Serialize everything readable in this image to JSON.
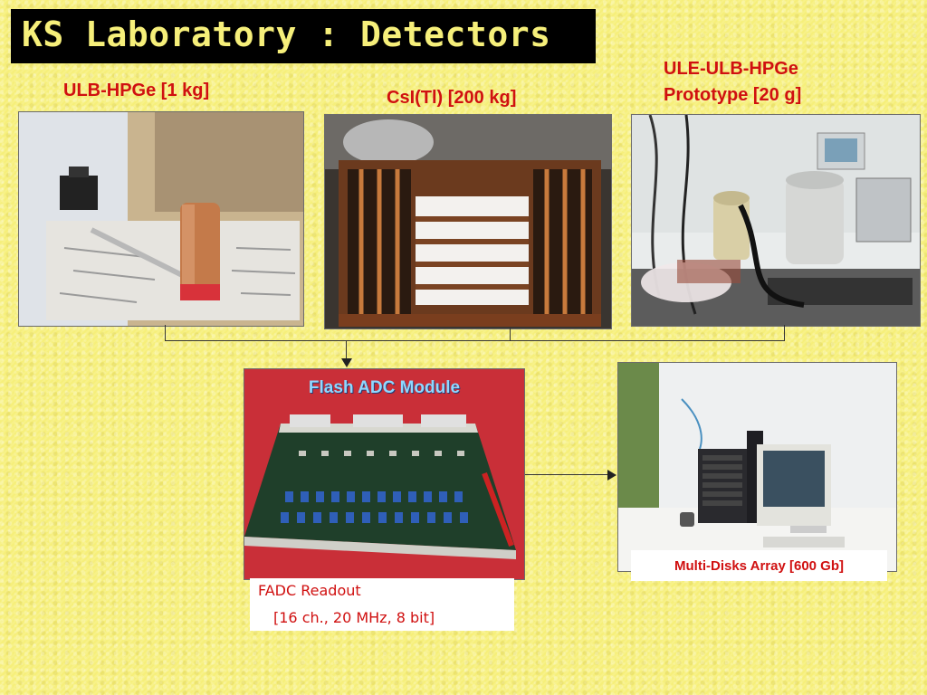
{
  "title": "KS Laboratory : Detectors",
  "detectors": [
    {
      "label": "ULB-HPGe  [1 kg]"
    },
    {
      "label": "CsI(Tl)  [200 kg]"
    },
    {
      "label_line1": "ULE-ULB-HPGe",
      "label_line2": "Prototype [20 g]"
    }
  ],
  "fadc": {
    "photo_title": "Flash ADC Module",
    "caption_line1": "FADC Readout",
    "caption_line2": "[16 ch., 20 MHz, 8 bit]"
  },
  "storage": {
    "caption": "Multi-Disks Array [600 Gb]"
  },
  "colors": {
    "background": "#f6ef7a",
    "title_bg": "#000000",
    "title_text": "#f6ef7a",
    "label_red": "#d01010"
  }
}
